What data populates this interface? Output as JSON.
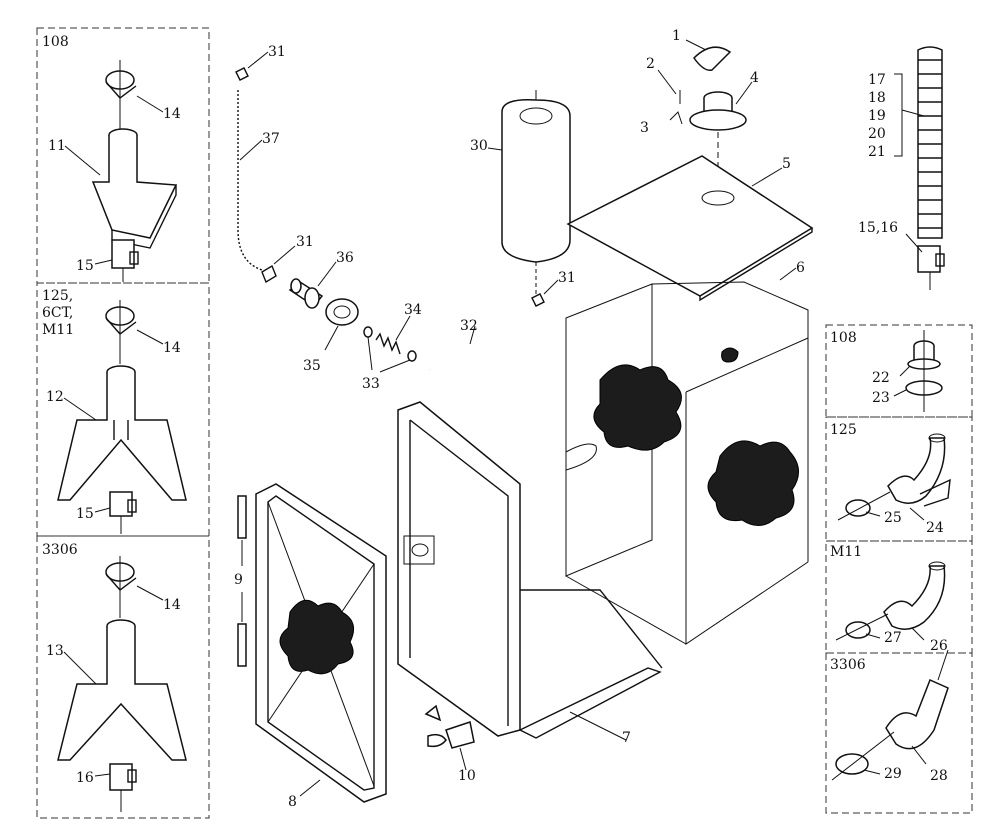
{
  "kit_boxes": {
    "box_1": {
      "model": "108",
      "parts": {
        "clamp": "14",
        "bracket": "11",
        "band": "15"
      }
    },
    "box_2": {
      "model_lines": [
        "125,",
        "6CT,",
        "M11"
      ],
      "parts": {
        "clamp": "14",
        "bracket": "12",
        "band": "15"
      }
    },
    "box_3": {
      "model": "3306",
      "parts": {
        "clamp": "14",
        "bracket": "13",
        "band": "16"
      }
    }
  },
  "right_boxes": {
    "box_108": {
      "model": "108",
      "parts": {
        "adapter": "22",
        "gasket": "23"
      }
    },
    "box_125": {
      "model": "125",
      "parts": {
        "clamp": "25",
        "elbow": "24"
      }
    },
    "box_m11": {
      "model": "M11",
      "parts": {
        "clamp": "27",
        "elbow": "26"
      }
    },
    "box_3306": {
      "model": "3306",
      "parts": {
        "clamp": "29",
        "elbow": "28"
      }
    }
  },
  "callouts": {
    "c1": "1",
    "c2": "2",
    "c3": "3",
    "c4": "4",
    "c5": "5",
    "c6": "6",
    "c7": "7",
    "c8": "8",
    "c9": "9",
    "c10": "10",
    "c17": "17",
    "c18": "18",
    "c19": "19",
    "c20": "20",
    "c21": "21",
    "c15_16": "15,16",
    "c30": "30",
    "c31a": "31",
    "c31b": "31",
    "c31c": "31",
    "c32": "32",
    "c33": "33",
    "c34": "34",
    "c35": "35",
    "c36": "36",
    "c37": "37"
  }
}
